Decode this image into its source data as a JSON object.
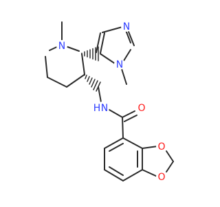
{
  "atoms": {
    "n_piperidine": "N",
    "n_imidazole_top": "N",
    "n_imidazole_methyl": "N",
    "n_amide": "N",
    "h_amide": "H",
    "o_carbonyl": "O",
    "o_dioxole_top": "O",
    "o_dioxole_bottom": "O"
  },
  "colors": {
    "bond": "#2b2b2b",
    "nitrogen": "#2f3fff",
    "oxygen": "#ff1a1a"
  }
}
